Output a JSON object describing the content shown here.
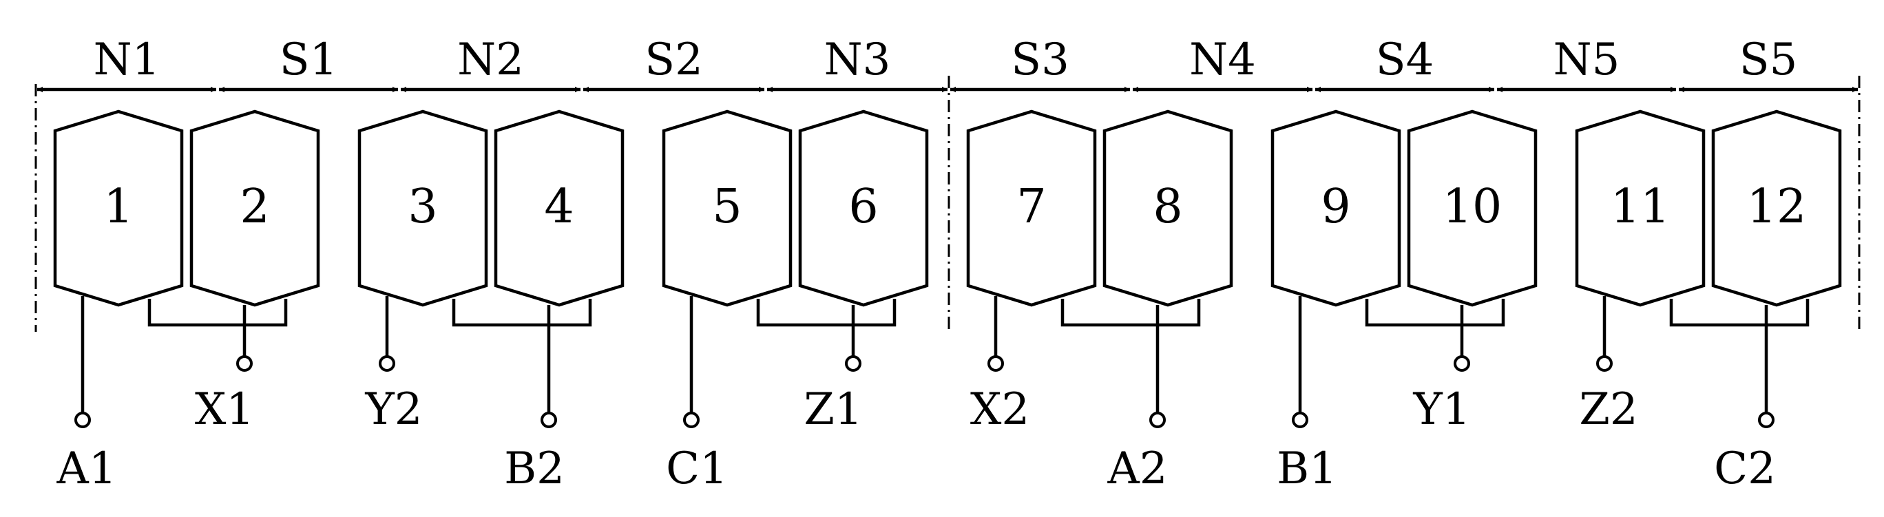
{
  "poles": [
    "N1",
    "S1",
    "N2",
    "S2",
    "N3",
    "S3",
    "N4",
    "S4",
    "N5",
    "S5"
  ],
  "coils": [
    "1",
    "2",
    "3",
    "4",
    "5",
    "6",
    "7",
    "8",
    "9",
    "10",
    "11",
    "12"
  ],
  "terminals": [
    "A1",
    "X1",
    "Y2",
    "B2",
    "C1",
    "Z1",
    "X2",
    "A2",
    "B1",
    "Y1",
    "Z2",
    "C2"
  ]
}
